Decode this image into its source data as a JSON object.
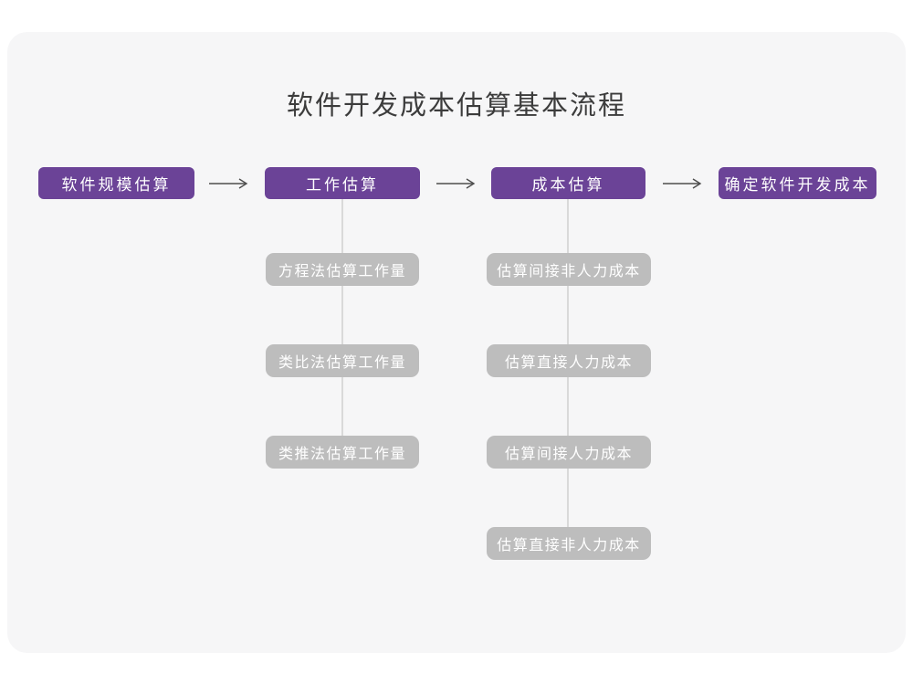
{
  "title": "软件开发成本估算基本流程",
  "flow": {
    "stages": [
      {
        "label": "软件规模估算"
      },
      {
        "label": "工作估算"
      },
      {
        "label": "成本估算"
      },
      {
        "label": "确定软件开发成本"
      }
    ],
    "work_estimation_methods": [
      "方程法估算工作量",
      "类比法估算工作量",
      "类推法估算工作量"
    ],
    "cost_estimation_steps": [
      "估算间接非人力成本",
      "估算直接人力成本",
      "估算间接人力成本",
      "估算直接非人力成本"
    ]
  },
  "colors": {
    "stage_node": "#6b4397",
    "sub_node": "#bdbdbd",
    "connector_line": "#d9d9d9",
    "arrow": "#4d4d4d",
    "card_background": "#f6f6f7",
    "page_background": "#ffffff",
    "title_text": "#3c3c3c"
  }
}
